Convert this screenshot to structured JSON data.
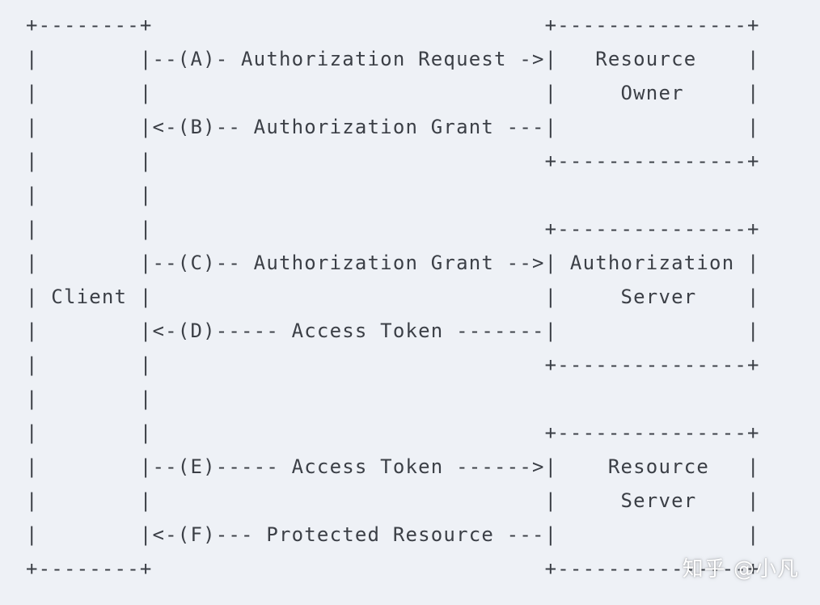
{
  "diagram": {
    "lines": [
      "+--------+                               +---------------+",
      "|        |--(A)- Authorization Request ->|   Resource    |",
      "|        |                               |     Owner     |",
      "|        |<-(B)-- Authorization Grant ---|               |",
      "|        |                               +---------------+",
      "|        |",
      "|        |                               +---------------+",
      "|        |--(C)-- Authorization Grant -->| Authorization |",
      "| Client |                               |     Server    |",
      "|        |<-(D)----- Access Token -------|               |",
      "|        |                               +---------------+",
      "|        |",
      "|        |                               +---------------+",
      "|        |--(E)----- Access Token ------>|    Resource   |",
      "|        |                               |     Server    |",
      "|        |<-(F)--- Protected Resource ---|               |",
      "+--------+                               +---------------+"
    ]
  },
  "watermark": {
    "text": "知乎 @小凡"
  }
}
